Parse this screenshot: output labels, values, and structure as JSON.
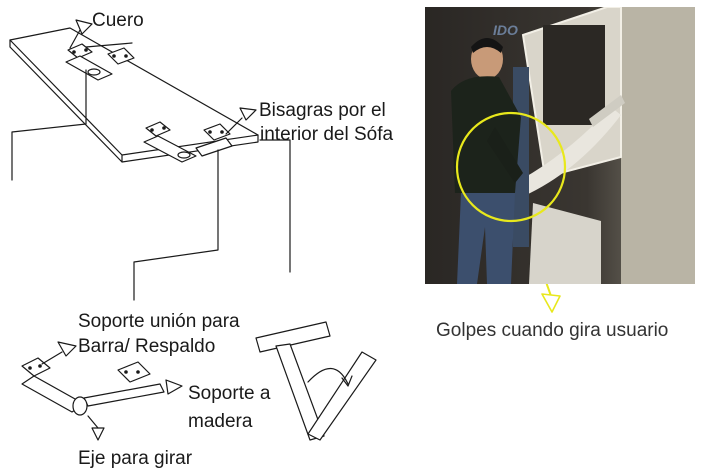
{
  "labels": {
    "leather": "Cuero",
    "hinges_line1": "Bisagras por el",
    "hinges_line2": "interior del Sófa",
    "support_line1": "Soporte unión para",
    "support_line2": "Barra/ Respaldo",
    "wood_line1": "Soporte a",
    "wood_line2": "madera",
    "axis": "Eje para girar",
    "caption": "Golpes cuando gira usuario"
  },
  "photo": {
    "logo_fragment": "IDO"
  },
  "colors": {
    "ink": "#1a1a1a",
    "highlight": "#e8e81c",
    "panel": "#e9e6de"
  }
}
